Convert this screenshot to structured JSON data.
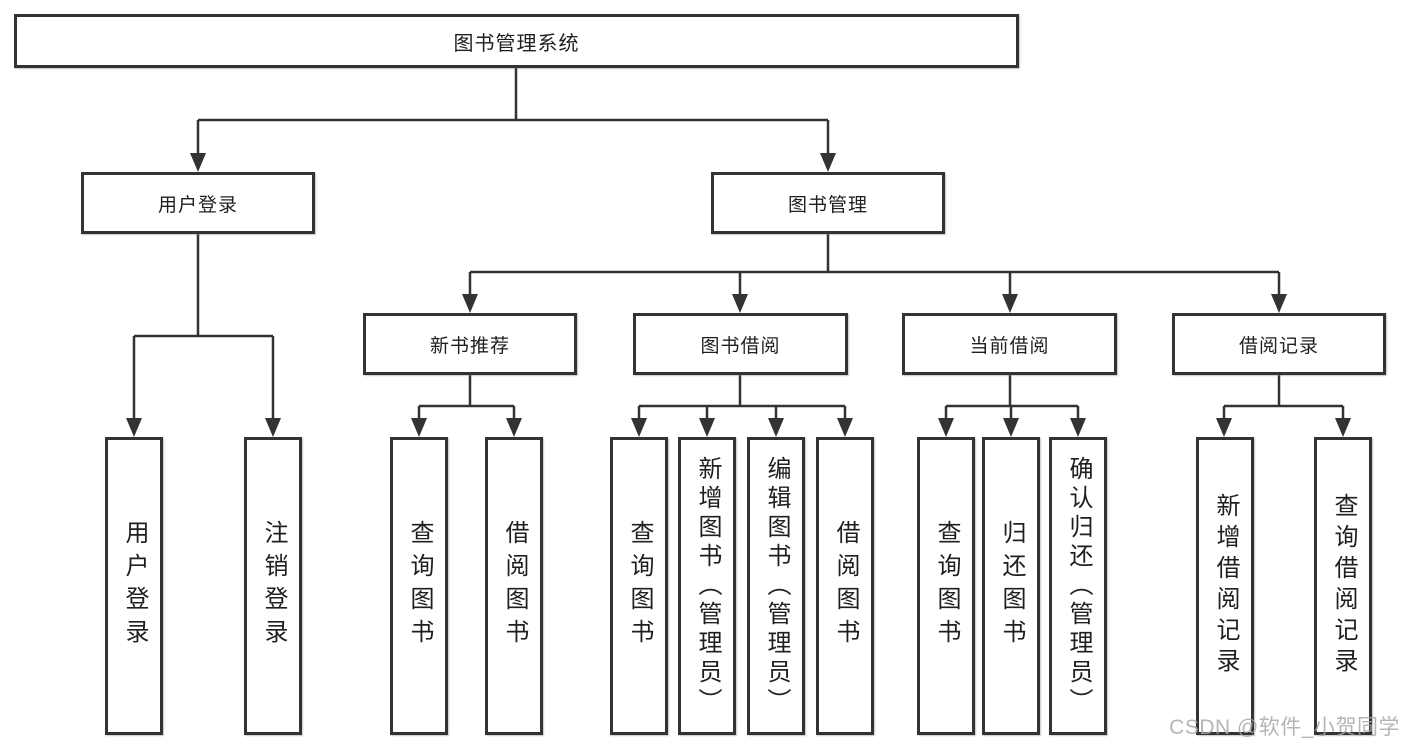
{
  "tree": {
    "root": "图书管理系统",
    "branches": [
      {
        "label": "用户登录",
        "children": [
          "用户登录",
          "注销登录"
        ]
      },
      {
        "label": "图书管理",
        "children": [
          {
            "label": "新书推荐",
            "children": [
              "查询图书",
              "借阅图书"
            ]
          },
          {
            "label": "图书借阅",
            "children": [
              "查询图书",
              "新增图书（管理员）",
              "编辑图书（管理员）",
              "借阅图书"
            ]
          },
          {
            "label": "当前借阅",
            "children": [
              "查询图书",
              "归还图书",
              "确认归还（管理员）"
            ]
          },
          {
            "label": "借阅记录",
            "children": [
              "新增借阅记录",
              "查询借阅记录"
            ]
          }
        ]
      }
    ]
  },
  "watermark": "CSDN @软件_小贺同学",
  "colors": {
    "line": "#333333",
    "box_border": "#333333",
    "text": "#1f1f1f",
    "watermark": "#a8a8a8",
    "background": "#ffffff"
  }
}
